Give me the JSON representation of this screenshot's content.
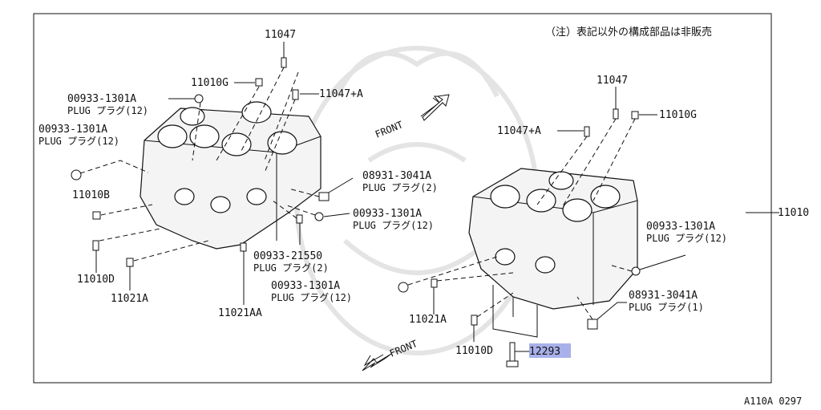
{
  "note": "（注）表記以外の構成部品は非販売",
  "figure_code": "A110A 0297",
  "front_labels": [
    "FRONT",
    "FRONT"
  ],
  "left_block": {
    "p_11047": "11047",
    "p_11010G": "11010G",
    "p_11047A": "11047+A",
    "plug1": {
      "num": "00933-1301A",
      "desc": "PLUG プラグ(12)"
    },
    "plug2": {
      "num": "00933-1301A",
      "desc": "PLUG プラグ(12)"
    },
    "p_11010B": "11010B",
    "plug3": {
      "num": "08931-3041A",
      "desc": "PLUG プラグ(2)"
    },
    "plug4": {
      "num": "00933-1301A",
      "desc": "PLUG プラグ(12)"
    },
    "plug5": {
      "num": "00933-21550",
      "desc": "PLUG プラグ(2)"
    },
    "p_11010D": "11010D",
    "p_11021A": "11021A",
    "p_11021AA": "11021AA"
  },
  "right_block": {
    "p_11047": "11047",
    "p_11047A": "11047+A",
    "p_11010G": "11010G",
    "p_11010": "11010",
    "plug1": {
      "num": "00933-1301A",
      "desc": "PLUG プラグ(12)"
    },
    "plug2": {
      "num": "00933-1301A",
      "desc": "PLUG プラグ(12)"
    },
    "plug3": {
      "num": "08931-3041A",
      "desc": "PLUG プラグ(1)"
    },
    "p_11021A": "11021A",
    "p_11010D": "11010D",
    "p_12293": "12293"
  }
}
